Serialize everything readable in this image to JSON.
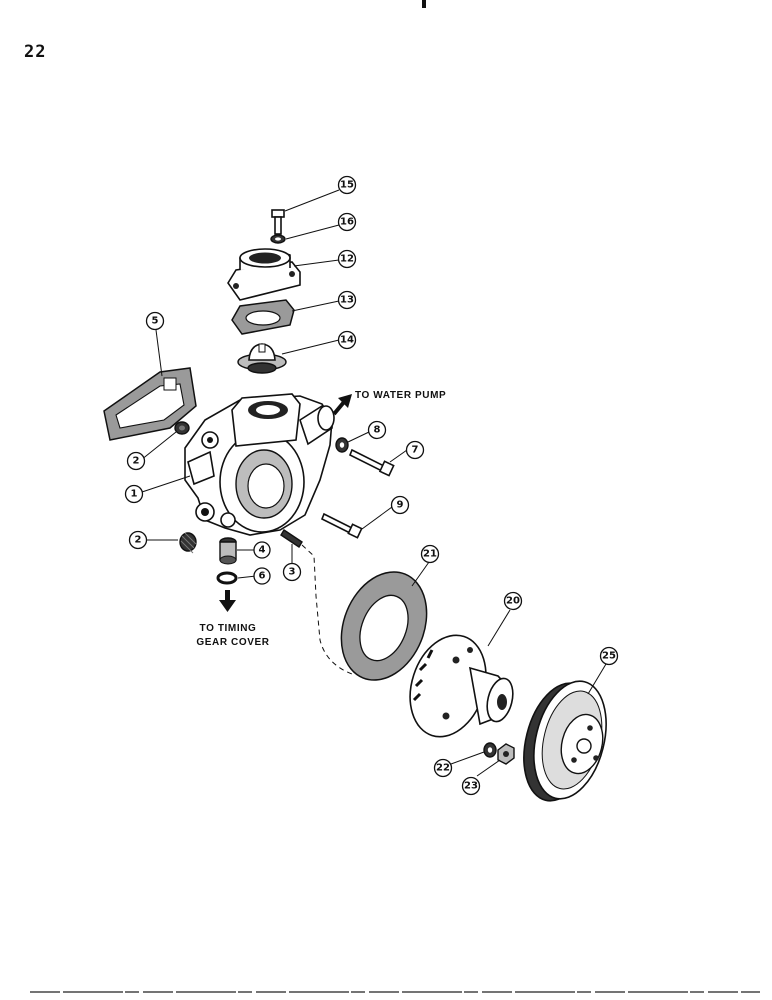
{
  "page": {
    "number": "22"
  },
  "notes": {
    "to_water_pump": "TO WATER PUMP",
    "to_timing_line1": "TO TIMING",
    "to_timing_line2": "GEAR COVER"
  },
  "callouts": [
    {
      "id": "c15",
      "label": "15"
    },
    {
      "id": "c16",
      "label": "16"
    },
    {
      "id": "c12",
      "label": "12"
    },
    {
      "id": "c13",
      "label": "13"
    },
    {
      "id": "c14",
      "label": "14"
    },
    {
      "id": "c5",
      "label": "5"
    },
    {
      "id": "c8",
      "label": "8"
    },
    {
      "id": "c7",
      "label": "7"
    },
    {
      "id": "c2a",
      "label": "2"
    },
    {
      "id": "c1",
      "label": "1"
    },
    {
      "id": "c9",
      "label": "9"
    },
    {
      "id": "c2b",
      "label": "2"
    },
    {
      "id": "c4",
      "label": "4"
    },
    {
      "id": "c6",
      "label": "6"
    },
    {
      "id": "c3",
      "label": "3"
    },
    {
      "id": "c21",
      "label": "21"
    },
    {
      "id": "c20",
      "label": "20"
    },
    {
      "id": "c25",
      "label": "25"
    },
    {
      "id": "c22",
      "label": "22"
    },
    {
      "id": "c23",
      "label": "23"
    }
  ]
}
